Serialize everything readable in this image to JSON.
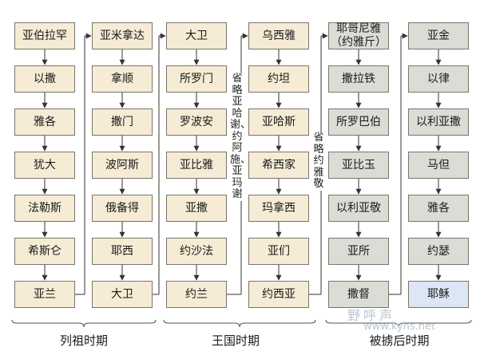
{
  "columns": [
    {
      "color": "#f6ecd5",
      "nodes": [
        "亚伯拉罕",
        "以撒",
        "雅各",
        "犹大",
        "法勒斯",
        "希斯仑",
        "亚兰"
      ]
    },
    {
      "color": "#f6ecd5",
      "nodes": [
        "亚米拿达",
        "拿顺",
        "撒门",
        "波阿斯",
        "俄备得",
        "耶西",
        "大卫"
      ]
    },
    {
      "color": "#f6ecd5",
      "nodes": [
        "大卫",
        "所罗门",
        "罗波安",
        "亚比雅",
        "亚撒",
        "约沙法",
        "约兰"
      ]
    },
    {
      "color": "#f6ecd5",
      "nodes": [
        "乌西雅",
        "约坦",
        "亚哈斯",
        "希西家",
        "玛拿西",
        "亚们",
        "约西亚"
      ]
    },
    {
      "color": "#dcdcd6",
      "nodes": [
        "耶哥尼雅\n（约雅斤）",
        "撒拉铁",
        "所罗巴伯",
        "亚比玉",
        "以利亚敬",
        "亚所",
        "撒督"
      ]
    },
    {
      "color": "#dcdcd6",
      "nodes": [
        "亚金",
        "以律",
        "以利亚撒",
        "马但",
        "雅各",
        "约瑟",
        "耶稣"
      ]
    }
  ],
  "highlight_color": "#dce6f5",
  "notes": [
    {
      "text": "省略亚哈谢、约阿施、亚玛谢"
    },
    {
      "text": "省略约雅敬"
    }
  ],
  "eras": [
    {
      "label": "列祖时期"
    },
    {
      "label": "王国时期"
    },
    {
      "label": "被掳后时期"
    }
  ],
  "watermark": {
    "cn": "野呼声",
    "url": "www.kyhs.net"
  }
}
